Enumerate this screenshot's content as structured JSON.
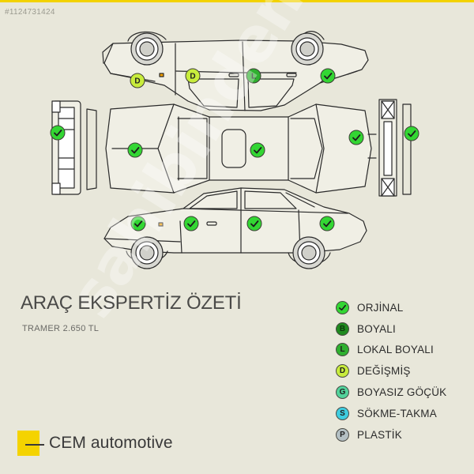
{
  "listing_id": "#1124731424",
  "title": "ARAÇ EKSPERTİZ ÖZETİ",
  "tramer": "TRAMER 2.650 TL",
  "watermark": "sahibinden",
  "brand": {
    "name": "CEM automotive",
    "logo_color": "#f4d300"
  },
  "accent_color": "#f2d200",
  "legend": [
    {
      "code": "check",
      "symbol": "",
      "label": "ORJİNAL",
      "color": "#33d633"
    },
    {
      "code": "B",
      "symbol": "B",
      "label": "BOYALI",
      "color": "#1f8a1f"
    },
    {
      "code": "L",
      "symbol": "L",
      "label": "LOKAL BOYALI",
      "color": "#2fb02f"
    },
    {
      "code": "D",
      "symbol": "D",
      "label": "DEĞİŞMİŞ",
      "color": "#c8ec3c"
    },
    {
      "code": "G",
      "symbol": "G",
      "label": "BOYASIZ GÖÇÜK",
      "color": "#52d39b"
    },
    {
      "code": "S",
      "symbol": "S",
      "label": "SÖKME-TAKMA",
      "color": "#3fcde0"
    },
    {
      "code": "P",
      "symbol": "P",
      "label": "PLASTİK",
      "color": "#b4c0c4"
    }
  ],
  "parts": [
    {
      "part": "left-rear-fender",
      "status": "D",
      "symbol": "D"
    },
    {
      "part": "left-rear-door",
      "status": "D",
      "symbol": "D"
    },
    {
      "part": "left-front-door",
      "status": "L",
      "symbol": "L"
    },
    {
      "part": "left-front-fender",
      "status": "check",
      "symbol": ""
    },
    {
      "part": "rear-bumper",
      "status": "check",
      "symbol": ""
    },
    {
      "part": "trunk",
      "status": "check",
      "symbol": ""
    },
    {
      "part": "roof",
      "status": "check",
      "symbol": ""
    },
    {
      "part": "hood",
      "status": "check",
      "symbol": ""
    },
    {
      "part": "front-bumper",
      "status": "check",
      "symbol": ""
    },
    {
      "part": "right-rear-fender",
      "status": "check",
      "symbol": ""
    },
    {
      "part": "right-rear-door",
      "status": "check",
      "symbol": ""
    },
    {
      "part": "right-front-door",
      "status": "check",
      "symbol": ""
    },
    {
      "part": "right-front-fender",
      "status": "check",
      "symbol": ""
    }
  ]
}
